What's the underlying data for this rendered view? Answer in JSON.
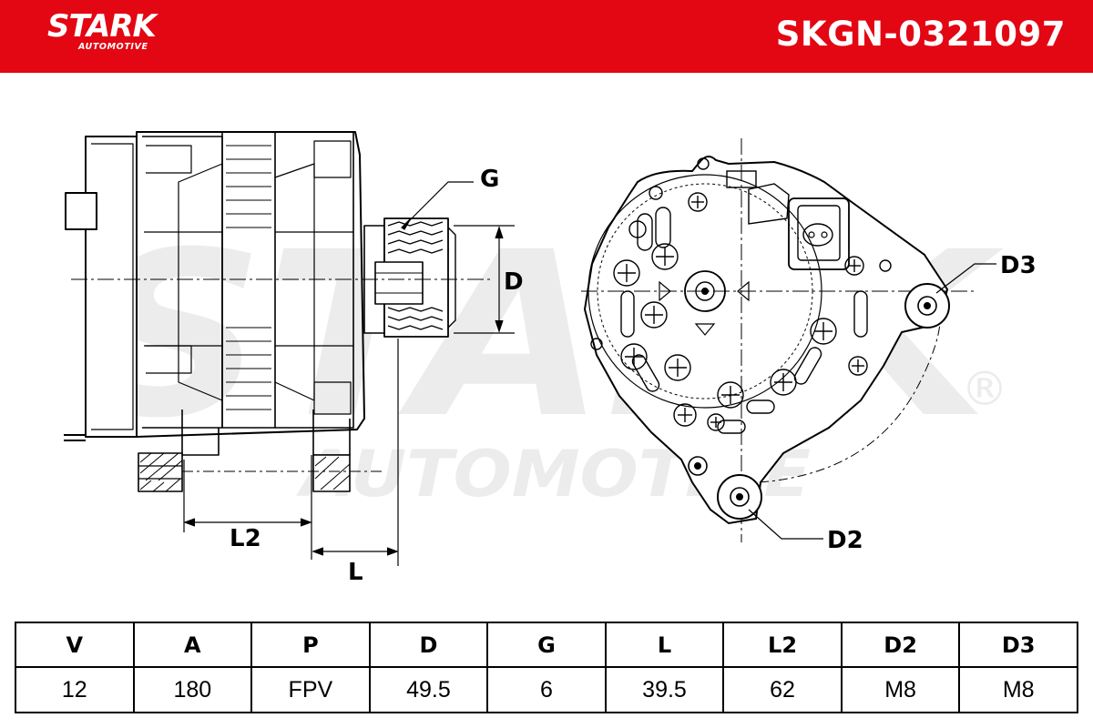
{
  "header": {
    "brand_name": "STARK",
    "brand_sub": "AUTOMOTIVE",
    "part_number": "SKGN-0321097"
  },
  "watermark": {
    "line1": "STARK",
    "line2": "AUTOMOTIVE",
    "registered": "®"
  },
  "drawing_labels": {
    "g": "G",
    "d": "D",
    "l2": "L2",
    "l": "L",
    "d2": "D2",
    "d3": "D3"
  },
  "specs": {
    "headers": [
      "V",
      "A",
      "P",
      "D",
      "G",
      "L",
      "L2",
      "D2",
      "D3"
    ],
    "values": [
      "12",
      "180",
      "FPV",
      "49.5",
      "6",
      "39.5",
      "62",
      "M8",
      "M8"
    ]
  },
  "colors": {
    "brand_red": "#e30613",
    "line": "#000000",
    "watermark": "#ececec"
  }
}
